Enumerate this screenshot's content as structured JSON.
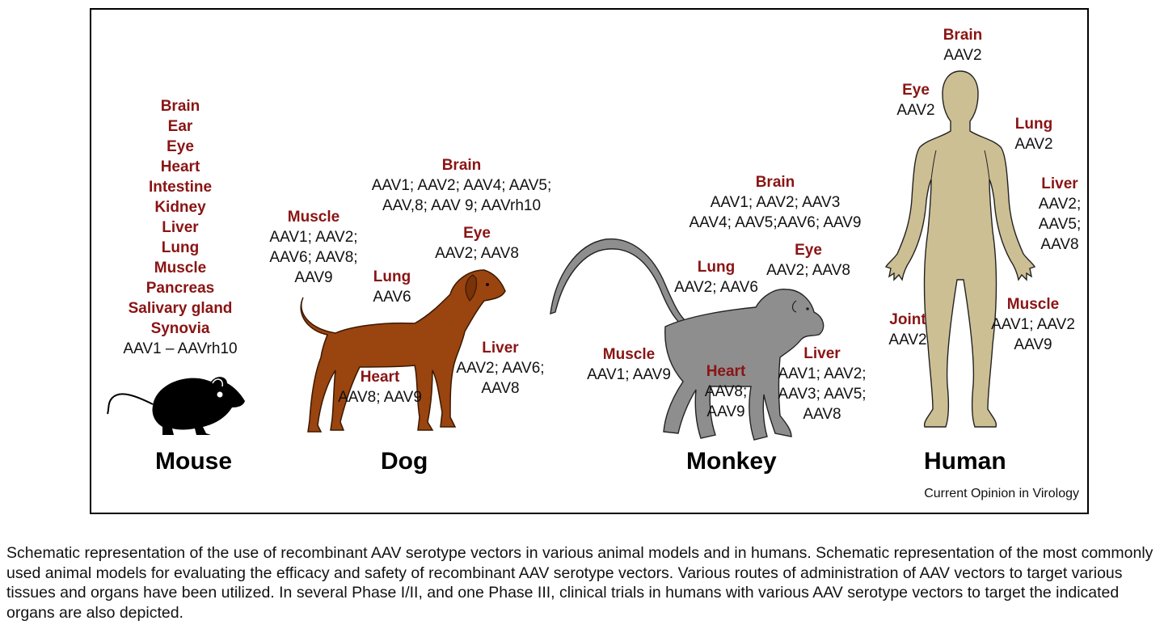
{
  "mouse": {
    "organs": [
      "Brain",
      "Ear",
      "Eye",
      "Heart",
      "Intestine",
      "Kidney",
      "Liver",
      "Lung",
      "Muscle",
      "Pancreas",
      "Salivary gland",
      "Synovia"
    ],
    "serotypes": "AAV1 – AAVrh10",
    "name": "Mouse"
  },
  "dog": {
    "name": "Dog",
    "brain": {
      "organ": "Brain",
      "line1": "AAV1; AAV2; AAV4; AAV5;",
      "line2": "AAV,8; AAV 9; AAVrh10"
    },
    "muscle": {
      "organ": "Muscle",
      "line1": "AAV1; AAV2;",
      "line2": "AAV6; AAV8;",
      "line3": "AAV9"
    },
    "eye": {
      "organ": "Eye",
      "line1": "AAV2; AAV8"
    },
    "lung": {
      "organ": "Lung",
      "line1": "AAV6"
    },
    "liver": {
      "organ": "Liver",
      "line1": "AAV2; AAV6;",
      "line2": "AAV8"
    },
    "heart": {
      "organ": "Heart",
      "line1": "AAV8; AAV9"
    }
  },
  "monkey": {
    "name": "Monkey",
    "brain": {
      "organ": "Brain",
      "line1": "AAV1; AAV2; AAV3",
      "line2": "AAV4; AAV5;AAV6; AAV9"
    },
    "eye": {
      "organ": "Eye",
      "line1": "AAV2; AAV8"
    },
    "lung": {
      "organ": "Lung",
      "line1": "AAV2; AAV6"
    },
    "muscle": {
      "organ": "Muscle",
      "line1": "AAV1; AAV9"
    },
    "heart": {
      "organ": "Heart",
      "line1": "AAV8;",
      "line2": "AAV9"
    },
    "liver": {
      "organ": "Liver",
      "line1": "AAV1; AAV2;",
      "line2": "AAV3; AAV5;",
      "line3": "AAV8"
    }
  },
  "human": {
    "name": "Human",
    "brain": {
      "organ": "Brain",
      "line1": "AAV2"
    },
    "eye": {
      "organ": "Eye",
      "line1": "AAV2"
    },
    "lung": {
      "organ": "Lung",
      "line1": "AAV2"
    },
    "liver": {
      "organ": "Liver",
      "line1": "AAV2;",
      "line2": "AAV5;",
      "line3": "AAV8"
    },
    "joint": {
      "organ": "Joint",
      "line1": "AAV2"
    },
    "muscle": {
      "organ": "Muscle",
      "line1": "AAV1; AAV2",
      "line2": "AAV9"
    }
  },
  "credit": "Current Opinion in Virology",
  "caption": "Schematic representation of the use of recombinant AAV serotype vectors in various animal models and in humans. Schematic representation of the most commonly used animal models for evaluating the efficacy and safety of recombinant AAV serotype vectors. Various routes of administration of AAV vectors to target various tissues and organs have been utilized. In several Phase I/II, and one Phase III, clinical trials in humans with various AAV serotype vectors to target the indicated organs are also depicted.",
  "colors": {
    "organ": "#8a1414",
    "dog": "#9a4410",
    "monkey": "#8e8e8e",
    "human": "#cdbf94",
    "mouse": "#000000"
  }
}
